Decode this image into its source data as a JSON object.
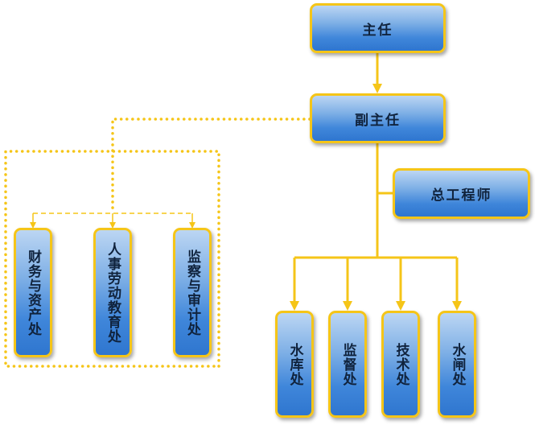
{
  "nodes": {
    "director": "主任",
    "deputy_director": "副主任",
    "chief_engineer": "总工程师",
    "finance": "财务与资产处",
    "hr_education": "人事劳动教育处",
    "supervision_audit": "监察与审计处",
    "reservoir": "水库处",
    "monitoring": "监督处",
    "technical": "技术处",
    "sluice": "水闸处"
  },
  "colors": {
    "connector": "#f5c518",
    "node_border": "#f5c518",
    "node_fill_top": "#bcd6f3",
    "node_fill_bottom": "#2f76cf",
    "text": "#10233d"
  }
}
